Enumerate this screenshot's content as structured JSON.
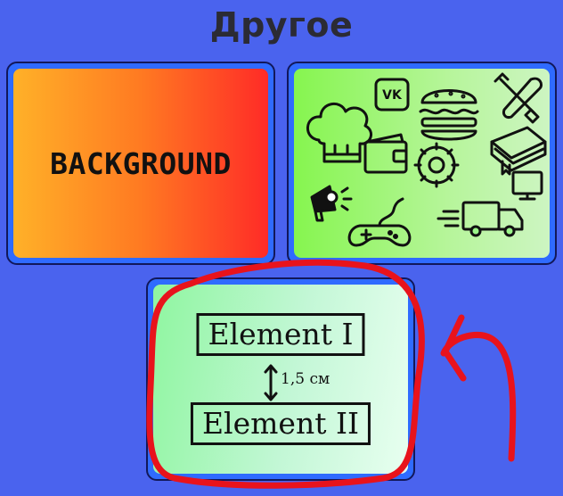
{
  "page": {
    "title": "Другое"
  },
  "cards": {
    "background": {
      "label": "BACKGROUND"
    },
    "icons": {
      "icons": [
        "chef-hat",
        "vk-logo",
        "burger",
        "tools",
        "book",
        "wallet",
        "gear",
        "megaphone",
        "gamepad",
        "delivery-truck",
        "monitor"
      ],
      "vk_text": "VK"
    },
    "elements": {
      "element_1": "Element I",
      "element_2": "Element II",
      "spacing": "1,5 см"
    }
  },
  "annotation": {
    "color": "#e8131c"
  },
  "colors": {
    "page_bg": "#4a63ee",
    "card_border": "#12185a",
    "card_frame": "#2f6bff"
  }
}
